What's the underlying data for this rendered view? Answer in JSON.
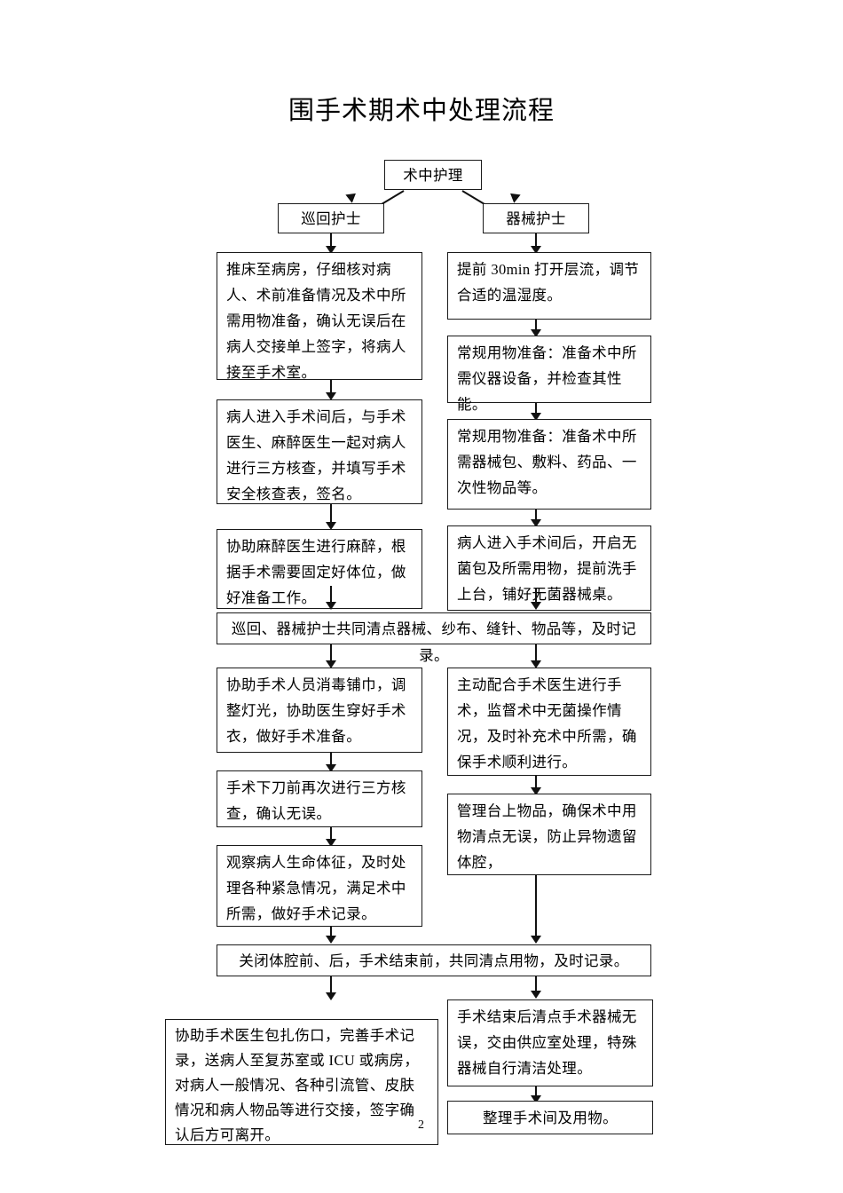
{
  "document": {
    "title": "围手术期术中处理流程",
    "page_number": "2"
  },
  "flowchart": {
    "root": {
      "label": "术中护理"
    },
    "branches": [
      {
        "id": "circulating-nurse",
        "label": "巡回护士"
      },
      {
        "id": "scrub-nurse",
        "label": "器械护士"
      }
    ],
    "left_column": [
      {
        "id": "left-step-1",
        "text": "推床至病房，仔细核对病人、术前准备情况及术中所需用物准备，确认无误后在病人交接单上签字，将病人接至手术室。"
      },
      {
        "id": "left-step-2",
        "text": "病人进入手术间后，与手术医生、麻醉医生一起对病人进行三方核查，并填写手术安全核查表，签名。"
      },
      {
        "id": "left-step-3",
        "text": "协助麻醉医生进行麻醉，根据手术需要固定好体位，做好准备工作。"
      },
      {
        "id": "left-step-4",
        "text": "协助手术人员消毒铺巾，调整灯光，协助医生穿好手术衣，做好手术准备。"
      },
      {
        "id": "left-step-5",
        "text": "手术下刀前再次进行三方核查，确认无误。"
      },
      {
        "id": "left-step-6",
        "text": "观察病人生命体征，及时处理各种紧急情况，满足术中所需，做好手术记录。"
      }
    ],
    "right_column": [
      {
        "id": "right-step-1",
        "text": "提前 30min 打开层流，调节合适的温湿度。"
      },
      {
        "id": "right-step-2",
        "text": "常规用物准备：准备术中所需仪器设备，并检查其性能。"
      },
      {
        "id": "right-step-3",
        "text": "常规用物准备：准备术中所需器械包、敷料、药品、一次性物品等。"
      },
      {
        "id": "right-step-4",
        "text": "病人进入手术间后，开启无菌包及所需用物，提前洗手上台，铺好无菌器械桌。"
      },
      {
        "id": "right-step-5",
        "text": "主动配合手术医生进行手术，监督术中无菌操作情况，及时补充术中所需，确保手术顺利进行。"
      },
      {
        "id": "right-step-6",
        "text": "管理台上物品，确保术中用物清点无误，防止异物遗留体腔，"
      }
    ],
    "merge_bars": [
      {
        "id": "merge-count-1",
        "text": "巡回、器械护士共同清点器械、纱布、缝针、物品等，及时记录。"
      },
      {
        "id": "merge-count-2",
        "text": "关闭体腔前、后，手术结束前，共同清点用物，及时记录。"
      }
    ],
    "final": {
      "left": {
        "id": "final-left",
        "text": "协助手术医生包扎伤口，完善手术记录，送病人至复苏室或 ICU 或病房，对病人一般情况、各种引流管、皮肤情况和病人物品等进行交接，签字确认后方可离开。"
      },
      "right_top": {
        "id": "final-right-top",
        "text": "手术结束后清点手术器械无误，交由供应室处理，特殊器械自行清洁处理。"
      },
      "right_bottom": {
        "id": "final-right-bottom",
        "text": "整理手术间及用物。"
      }
    }
  },
  "colors": {
    "border": "#1a1a1a",
    "connector": "#111111",
    "background": "#ffffff",
    "text": "#000000"
  }
}
